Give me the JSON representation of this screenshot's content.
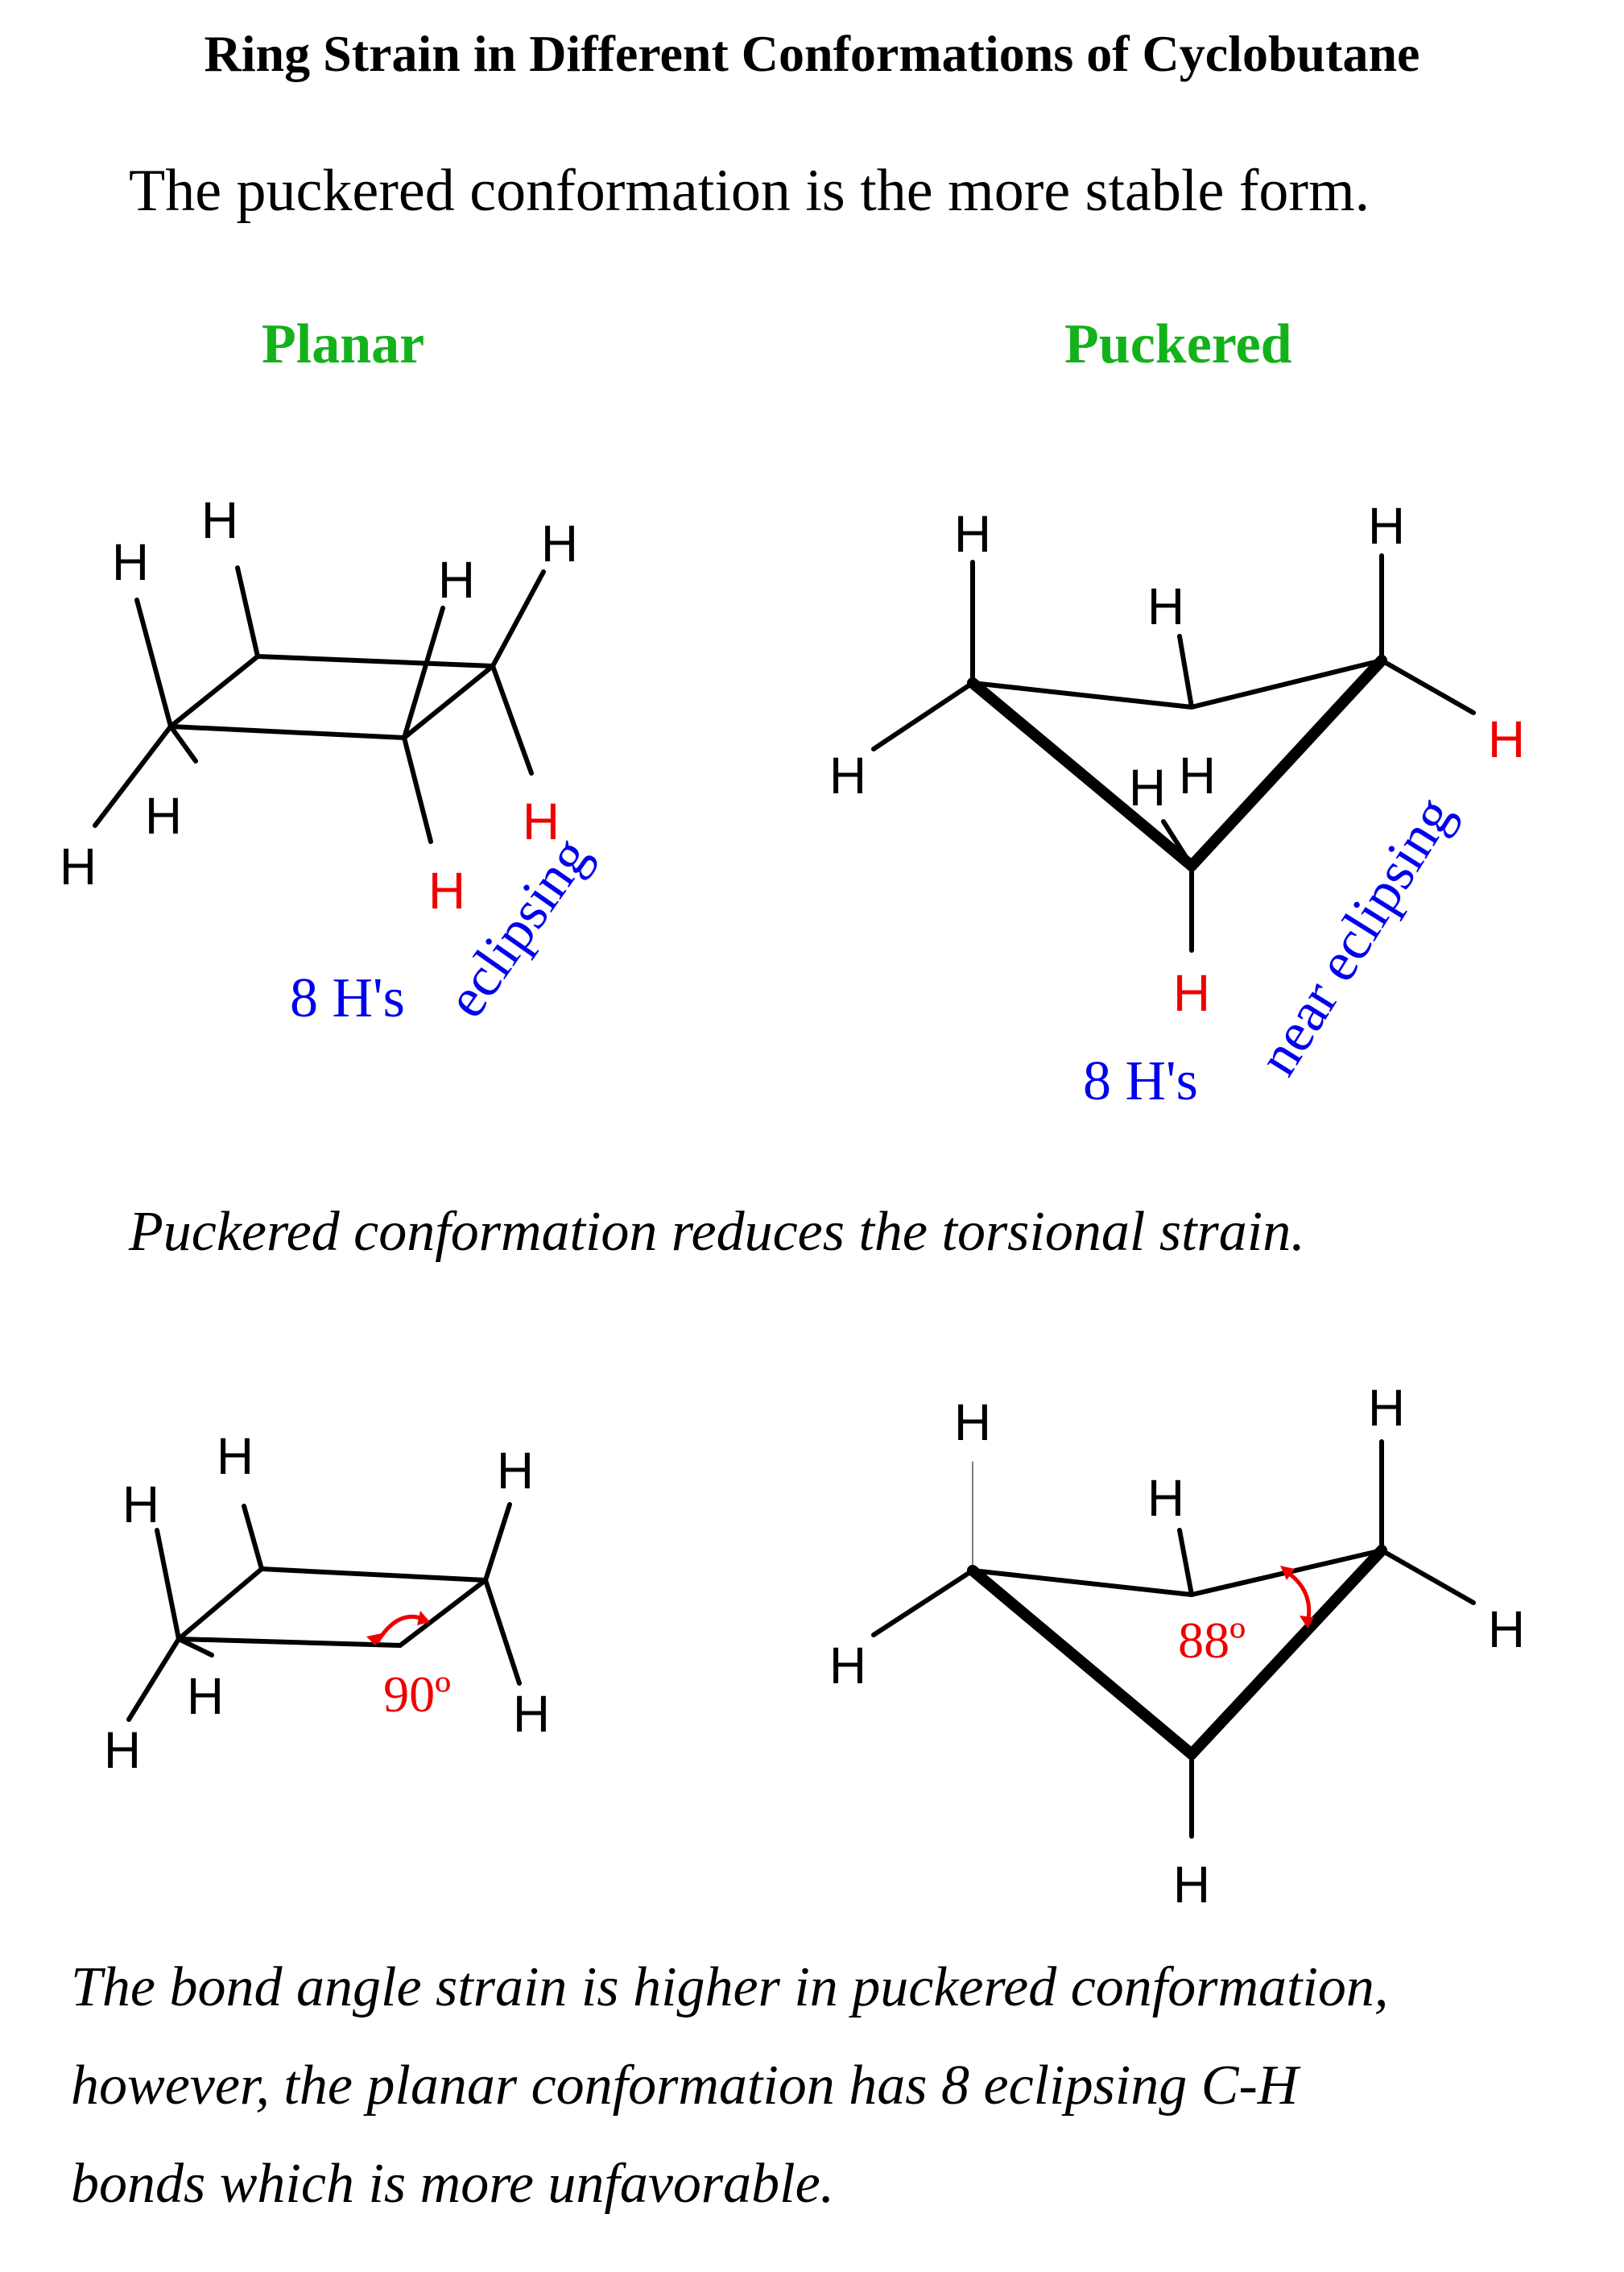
{
  "header": {
    "title": "Ring Strain in Different Conformations of Cyclobutane",
    "subtitle": "The puckered conformation is the more stable form."
  },
  "top_row": {
    "planar_label": "Planar",
    "puckered_label": "Puckered",
    "planar_count": "8 H's",
    "planar_note": "eclipsing",
    "puckered_count": "8 H's",
    "puckered_note": "near eclipsing",
    "atom_symbol": "H"
  },
  "mid_caption": "Puckered conformation reduces the torsional strain.",
  "bottom_row": {
    "planar_angle": "90º",
    "puckered_angle": "88º"
  },
  "conclusion": {
    "line1": "The bond angle strain is higher in puckered conformation,",
    "line2": "however, the planar conformation has 8 eclipsing C-H",
    "line3": "bonds which is more unfavorable."
  },
  "colors": {
    "green": "#13b21a",
    "red": "#ee0000",
    "blue": "#0000ee",
    "black": "#000000"
  }
}
